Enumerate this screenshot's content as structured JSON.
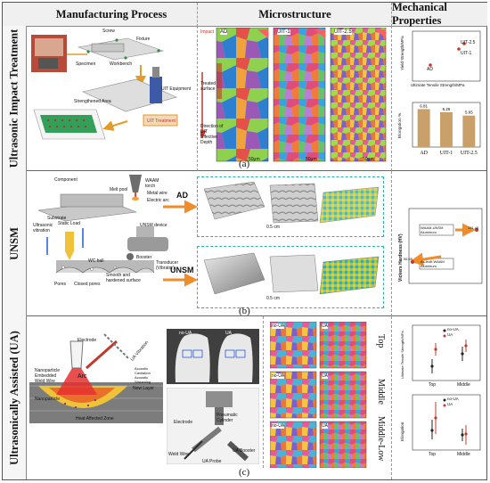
{
  "columns": {
    "process": "Manufacturing Process",
    "micro": "Microstructure",
    "mech": "Mechanical Properties"
  },
  "rows": {
    "a": {
      "label": "Ultrasonic Impact Treatment",
      "tag": "(a)",
      "process_labels": {
        "screw": "Screw",
        "fixture": "Fixture",
        "specimen": "Specimen",
        "workbench": "Workbench",
        "uit_equipment": "UIT Equipment",
        "uit_treatment": "UIT Treatment",
        "strengthened": "Strengthened Area"
      },
      "micro_labels": {
        "ad": "AD",
        "uit1": "UIT-1",
        "uit25": "UIT-2.5",
        "impact": "Impact",
        "treated": "Treated surface",
        "direction": "Direction of UIT Effective Depth",
        "scale1": "50μm",
        "scale2": "50μm",
        "scale3": "50μm"
      },
      "scatter": {
        "xlabel": "Ultimate Tensile Strength/MPa",
        "ylabel": "Yield Strength/MPa",
        "pts": [
          "AD",
          "UIT-1",
          "UIT-2.5"
        ]
      },
      "bars": {
        "ylabel": "Elongation %",
        "categories": [
          "AD",
          "UIT-1",
          "UIT-2.5"
        ],
        "values": [
          6.81,
          6.26,
          5.65
        ],
        "labels": [
          "6.81",
          "6.26",
          "5.65"
        ]
      }
    },
    "b": {
      "label": "UNSM",
      "tag": "(b)",
      "process_labels": {
        "component": "Component",
        "waam": "WAAM torch",
        "melt": "Melt pool",
        "metal": "Metal wire",
        "arc": "Electric arc",
        "substrate": "Substrate",
        "ultra": "Ultrasonic vibration",
        "static": "Static Load",
        "device": "UNSM device",
        "booster": "Booster",
        "transducer": "Transducer (Vibrator)",
        "ball": "WC ball",
        "pores": "Pores",
        "closed": "Closed pores",
        "smooth": "Smooth and hardened surface"
      },
      "ad": "AD",
      "unsm": "UNSM",
      "scale1": "0.5 cm",
      "scale2": "0.5 cm",
      "chart": {
        "ylabel": "Vickers Hardness (HV)",
        "box1": "WAAM-UNSM Aluminum",
        "box2": "As-built WAAM Aluminum",
        "v1": "131.48",
        "v2": "96.65"
      }
    },
    "c": {
      "label": "Ultrasonically Assisted (UA)",
      "tag": "(c)",
      "process_labels": {
        "electrode": "Electrode",
        "arc": "Arc",
        "nanoparticle": "Nanoparticle",
        "wire": "Nanoparticle Embedded Weld Wire",
        "ua": "UA Vibration",
        "new_layer": "New Layer",
        "heat": "Heat Affected Zone",
        "acoustic": "Acoustic Cavitation",
        "streaming": "Acoustic Streaming",
        "pneumatic": "Pneumatic Cylinder",
        "electrode2": "Electrode",
        "welding": "Weld Wire",
        "probe": "UA Probe",
        "booster": "UA Booster",
        "noua": "no-UA",
        "uaimg": "UA"
      },
      "grains": {
        "noua_top": "no-UA",
        "ua_top": "UA",
        "noua_mid": "no-UA",
        "ua_mid": "UA",
        "noua_low": "no-UA",
        "ua_low": "UA"
      },
      "positions": [
        "Top",
        "Middle",
        "Middle-Low"
      ],
      "chart1": {
        "ylabel": "Ultimate Tensile Strength/MPa",
        "legend": [
          "no-UA",
          "UA"
        ],
        "x": [
          "Top",
          "Middle"
        ]
      },
      "chart2": {
        "ylabel": "Elongation",
        "legend": [
          "no-UA",
          "UA"
        ],
        "x": [
          "Top",
          "Middle"
        ]
      }
    }
  }
}
